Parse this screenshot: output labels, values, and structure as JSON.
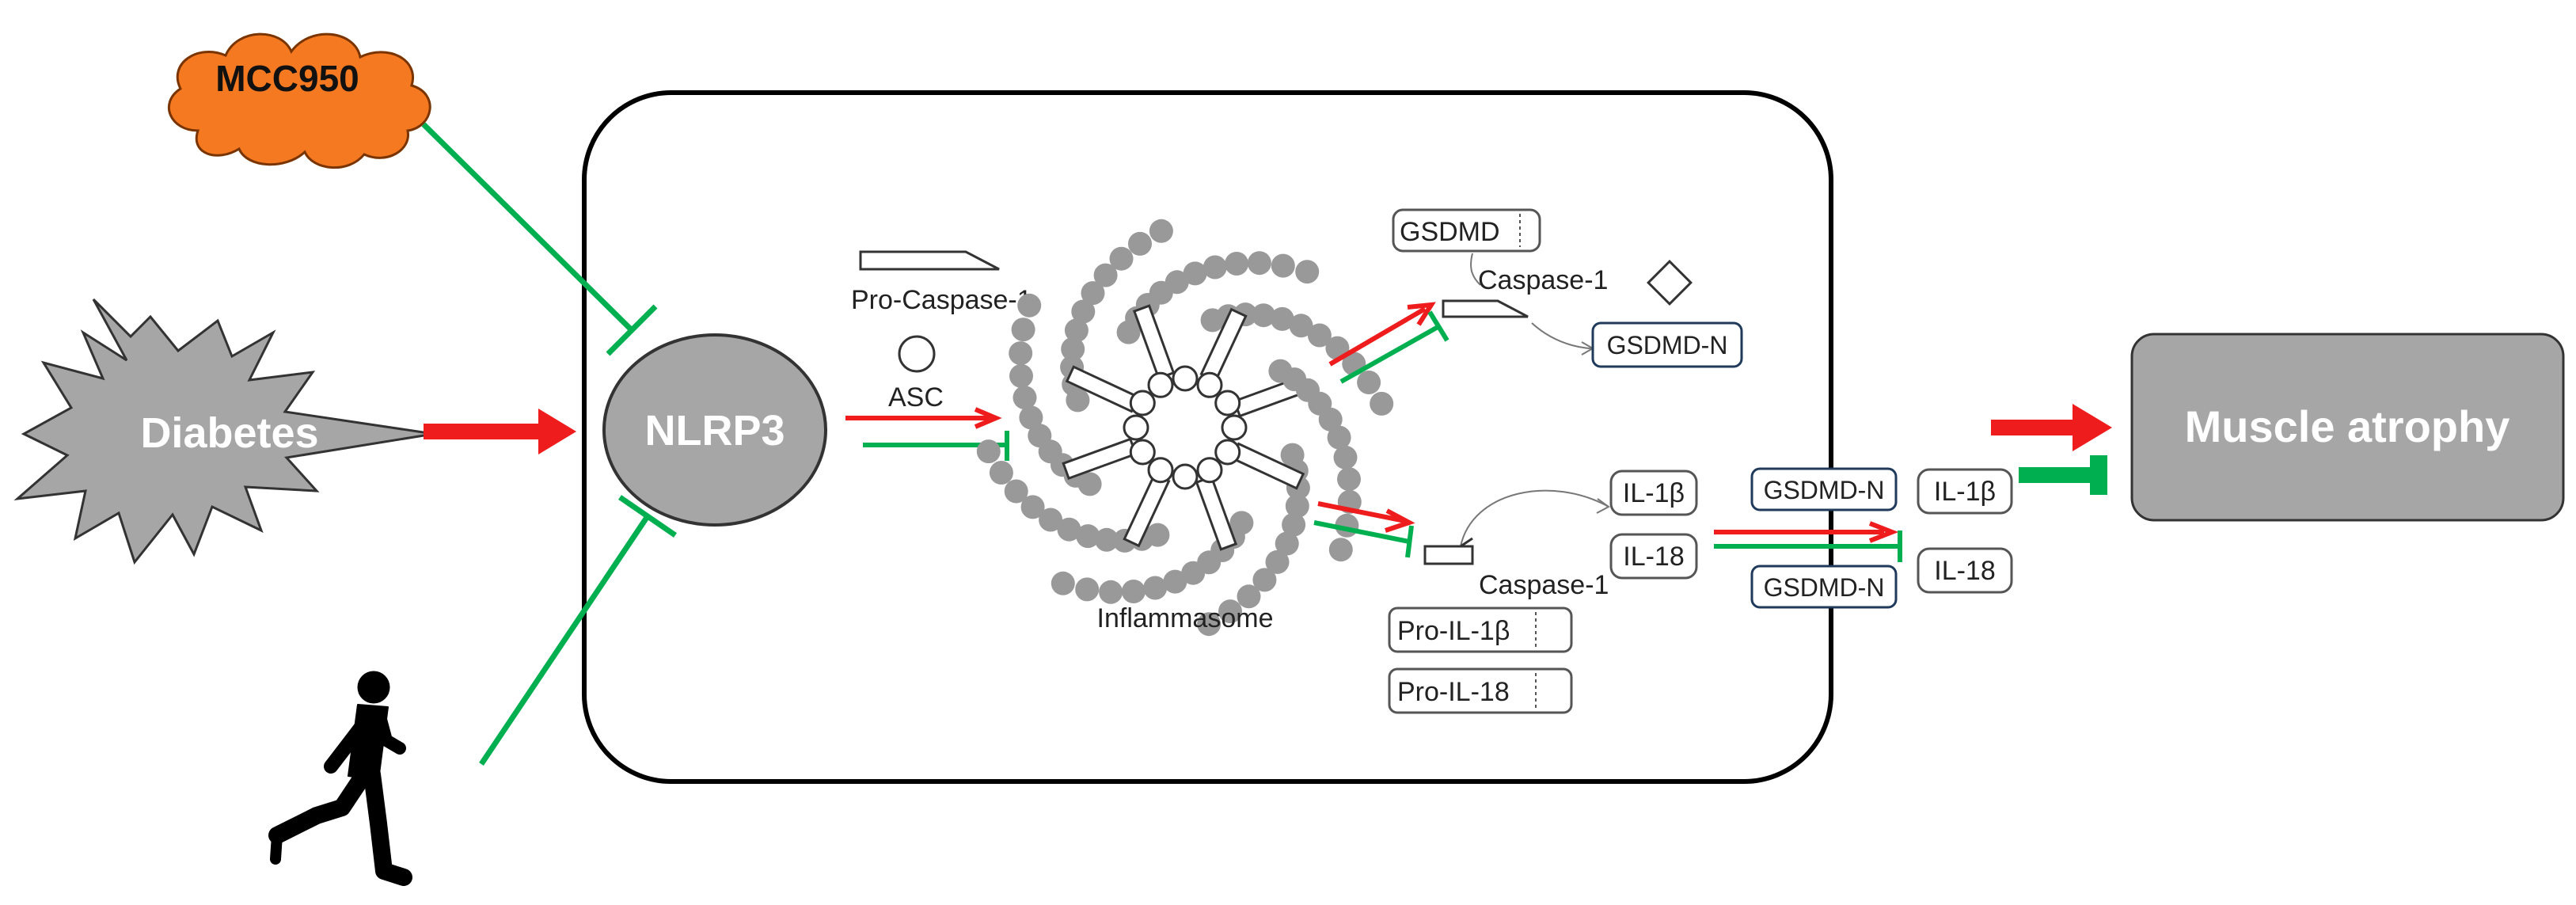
{
  "colors": {
    "activate": "#ee1c1c",
    "inhibit": "#00b050",
    "cloud_fill": "#f47920",
    "gray_fill": "#a6a6a6",
    "bead_fill": "#999999",
    "box_border": "#1f3a5a"
  },
  "labels": {
    "mcc950": "MCC950",
    "diabetes": "Diabetes",
    "nlrp3": "NLRP3",
    "muscle_atrophy": "Muscle atrophy",
    "pro_caspase": "Pro-Caspase-1",
    "asc": "ASC",
    "inflammasome": "Inflammasome",
    "gsdmd": "GSDMD",
    "caspase1_top": "Caspase-1",
    "gsdmd_n": "GSDMD-N",
    "il1b": "IL-1β",
    "il18": "IL-18",
    "caspase1_bottom": "Caspase-1",
    "pro_il1b": "Pro-IL-1β",
    "pro_il18": "Pro-IL-18",
    "gsdmd_n_top": "GSDMD-N",
    "gsdmd_n_bottom": "GSDMD-N",
    "il1b_out": "IL-1β",
    "il18_out": "IL-18"
  },
  "icons": {
    "runner": "running-person-icon",
    "cloud": "cloud-shape",
    "burst": "explosion-shape"
  }
}
